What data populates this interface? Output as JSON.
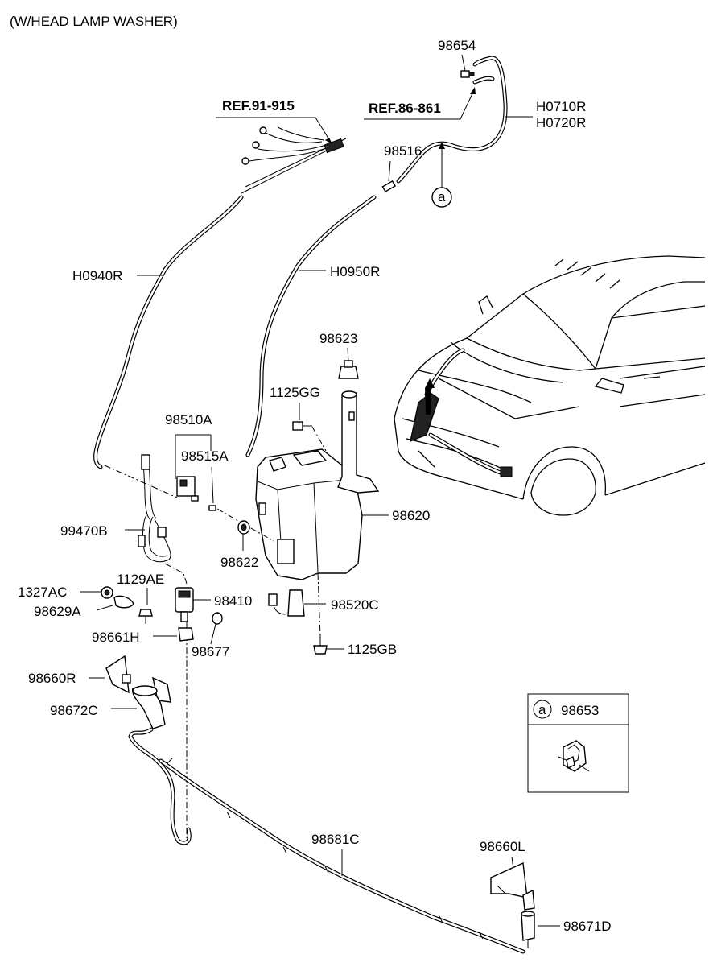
{
  "title": "(W/HEAD LAMP WASHER)",
  "references": {
    "ref_91_915": "REF.91-915",
    "ref_86_861": "REF.86-861"
  },
  "labels": {
    "p98654": "98654",
    "h0710r": "H0710R",
    "h0720r": "H0720R",
    "p98516": "98516",
    "circle_a": "a",
    "h0940r": "H0940R",
    "h0950r": "H0950R",
    "p98623": "98623",
    "p1125gg": "1125GG",
    "p98510a": "98510A",
    "p98515a": "98515A",
    "p98620": "98620",
    "p99470b": "99470B",
    "p98622": "98622",
    "p1327ac": "1327AC",
    "p1129ae": "1129AE",
    "p98410": "98410",
    "p98520c": "98520C",
    "p98629a": "98629A",
    "p98661h": "98661H",
    "p98677": "98677",
    "p1125gb": "1125GB",
    "p98660r": "98660R",
    "p98672c": "98672C",
    "p98681c": "98681C",
    "p98660l": "98660L",
    "p98671d": "98671D"
  },
  "legend_box": {
    "circle_letter": "a",
    "part_number": "98653"
  }
}
